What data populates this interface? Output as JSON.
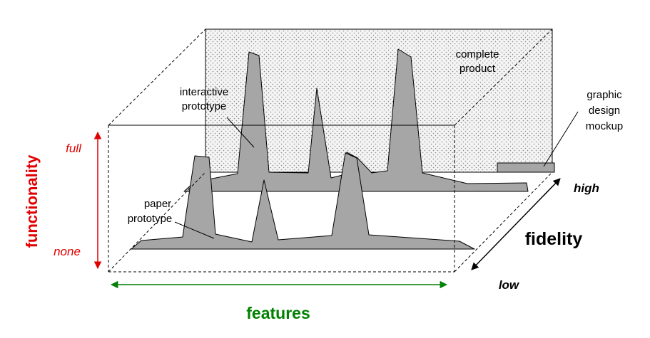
{
  "labels": {
    "complete_product_1": "complete",
    "complete_product_2": "product",
    "interactive_prototype_1": "interactive",
    "interactive_prototype_2": "prototype",
    "graphic_design_1": "graphic",
    "graphic_design_2": "design",
    "graphic_design_3": "mockup",
    "paper_prototype_1": "paper",
    "paper_prototype_2": "prototype"
  },
  "axes": {
    "functionality": {
      "title": "functionality",
      "high": "full",
      "low": "none",
      "color": "#e00000"
    },
    "features": {
      "title": "features",
      "color": "#008000"
    },
    "fidelity": {
      "title": "fidelity",
      "high": "high",
      "low": "low",
      "color": "#000000"
    }
  },
  "colors": {
    "shape_fill": "#a6a6a6",
    "box_fill": "#ececec",
    "stroke": "#000000"
  }
}
